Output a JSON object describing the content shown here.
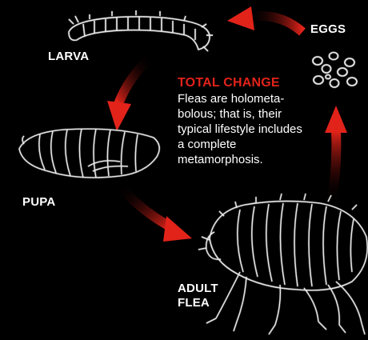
{
  "labels": {
    "larva": "LARVA",
    "eggs": "EGGS",
    "pupa": "PUPA",
    "adult_line1": "ADULT",
    "adult_line2": "FLEA"
  },
  "caption": {
    "title": "TOTAL CHANGE",
    "body": "Fleas are holometa-bolous; that is, their typical lifestyle includes a complete metamorphosis."
  },
  "colors": {
    "background": "#000000",
    "arrow": "#e2231a",
    "title": "#e2231a",
    "text": "#ffffff",
    "illustration": "#e8e8e8"
  },
  "icons": [
    "larva-illustration",
    "eggs-illustration",
    "pupa-illustration",
    "adult-flea-illustration",
    "cycle-arrow"
  ]
}
